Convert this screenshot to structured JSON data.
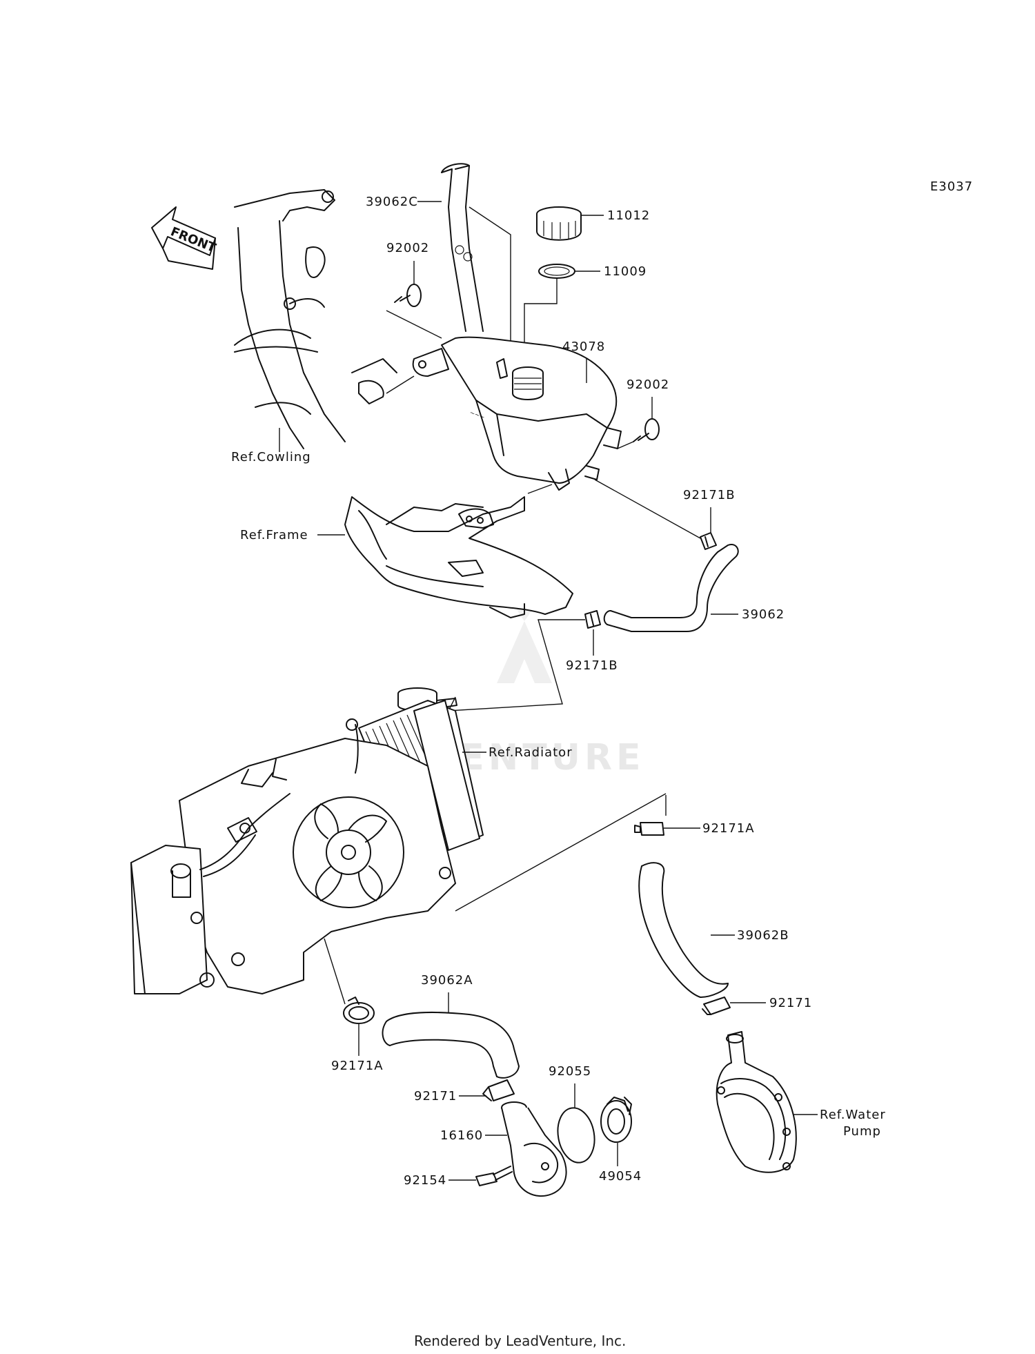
{
  "diagram": {
    "code": "E3037",
    "direction_label": "FRONT",
    "watermark": "VENTURE",
    "footer": "Rendered by LeadVenture, Inc.",
    "callouts": {
      "p39062C": "39062C",
      "p11012": "11012",
      "p11009": "11009",
      "p92002_top": "92002",
      "p43078": "43078",
      "p92002_right": "92002",
      "ref_cowling": "Ref.Cowling",
      "p92171B_top": "92171B",
      "ref_frame": "Ref.Frame",
      "p39062": "39062",
      "p92171B_bottom": "92171B",
      "ref_radiator": "Ref.Radiator",
      "p92171A_right": "92171A",
      "p39062B": "39062B",
      "p92171_right": "92171",
      "p39062A": "39062A",
      "p92171A_left": "92171A",
      "p92055": "92055",
      "p92171_left": "92171",
      "p16160": "16160",
      "p92154": "92154",
      "p49054": "49054",
      "ref_water_pump_1": "Ref.Water",
      "ref_water_pump_2": "Pump"
    }
  }
}
